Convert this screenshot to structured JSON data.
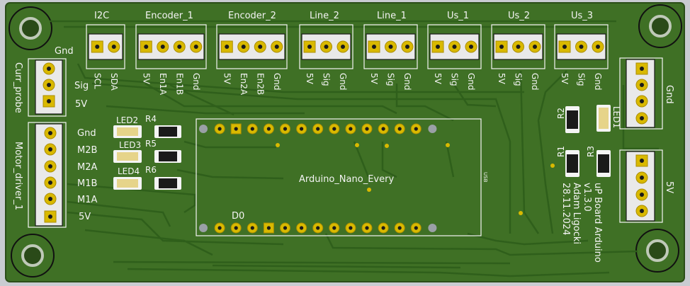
{
  "board": {
    "title_line1": "uP Board Arduino",
    "title_line2": "v1.3.0",
    "author": "Adam Ligocki",
    "date": "28.11.2024",
    "module_name": "Arduino_Nano_Every",
    "usb_label": "USB",
    "pin_d0_label": "D0"
  },
  "top_connectors": [
    {
      "name": "I2C",
      "pins": [
        "SCL",
        "SDA"
      ]
    },
    {
      "name": "Encoder_1",
      "pins": [
        "5V",
        "En1A",
        "En1B",
        "Gnd"
      ]
    },
    {
      "name": "Encoder_2",
      "pins": [
        "5V",
        "En2A",
        "En2B",
        "Gnd"
      ]
    },
    {
      "name": "Line_2",
      "pins": [
        "5V",
        "Sig",
        "Gnd"
      ]
    },
    {
      "name": "Line_1",
      "pins": [
        "5V",
        "Sig",
        "Gnd"
      ]
    },
    {
      "name": "Us_1",
      "pins": [
        "5V",
        "Sig",
        "Gnd"
      ]
    },
    {
      "name": "Us_2",
      "pins": [
        "5V",
        "Sig",
        "Gnd"
      ]
    },
    {
      "name": "Us_3",
      "pins": [
        "5V",
        "Sig",
        "Gnd"
      ]
    }
  ],
  "left_connectors": [
    {
      "name": "Curr_probe",
      "pins": [
        "Gnd",
        "Sig",
        "5V"
      ]
    },
    {
      "name": "Motor_driver_1",
      "pins": [
        "Gnd",
        "M2B",
        "M2A",
        "M1B",
        "M1A",
        "5V"
      ]
    }
  ],
  "right_connectors": [
    {
      "name": "Gnd"
    },
    {
      "name": "5V"
    }
  ],
  "components": {
    "leds": [
      "LED2",
      "LED3",
      "LED4",
      "LED1"
    ],
    "resistors": [
      "R4",
      "R5",
      "R6",
      "R2",
      "R1",
      "R3"
    ]
  },
  "colors": {
    "board": "#3c6e23",
    "copper_trace": "#2f5f1b",
    "pad": "#d9b900",
    "silkscreen": "#f4f4f4"
  }
}
